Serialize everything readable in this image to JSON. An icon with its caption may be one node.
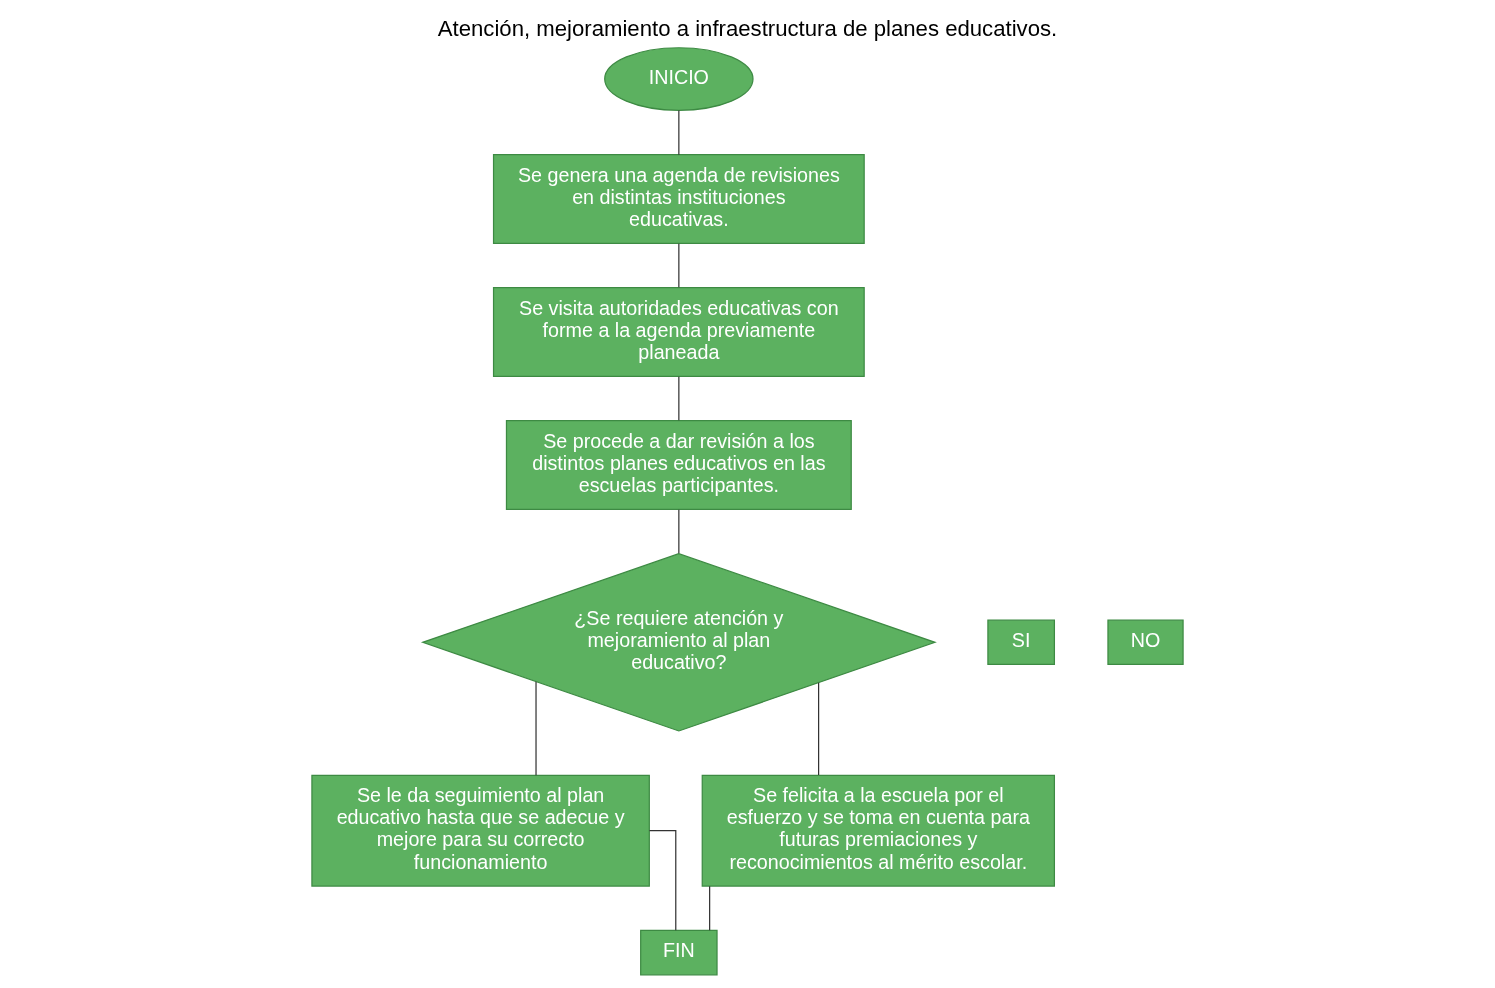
{
  "diagram": {
    "title": "Atención, mejoramiento a infraestructura de planes educativos.",
    "nodes": [
      {
        "text": [
          "INICIO"
        ]
      },
      {
        "text": [
          "Se genera una agenda de revisiones en distintas instituciones educativas."
        ]
      },
      {
        "text": [
          "Se visita autoridades educativas con forme a la agenda previamente planeada"
        ]
      },
      {
        "text": [
          "Se procede a dar revisión a los distintos planes educativos en las escuelas participantes."
        ]
      },
      {
        "text": [
          "SI"
        ]
      },
      {
        "text": [
          "NO"
        ]
      },
      {
        "text": [
          "¿Se requiere atención y mejoramiento al plan educativo?"
        ]
      },
      {
        "text": [
          "Se le da seguimiento al plan educativo hasta que se adecue y mejore para su correcto funcionamiento"
        ]
      },
      {
        "text": [
          "Se felicita a la escuela por el esfuerzo y se toma en cuenta para futuras premiaciones y reconocimientos al mérito escolar."
        ]
      },
      {
        "text": [
          "FIN"
        ]
      }
    ],
    "edges": [
      {
        "from": 0,
        "to": 1,
        "arrow": "none"
      },
      {
        "from": 1,
        "to": 2,
        "arrow": "none"
      },
      {
        "from": 2,
        "to": 3,
        "arrow": "none"
      },
      {
        "from": 3,
        "to": 6,
        "arrow": "none"
      },
      {
        "from": 6,
        "to": 7,
        "arrow": "none"
      },
      {
        "from": 6,
        "to": 8,
        "arrow": "none"
      },
      {
        "from": 7,
        "to": 9,
        "arrow": "none"
      },
      {
        "from": 8,
        "to": 9,
        "arrow": "none"
      }
    ]
  }
}
